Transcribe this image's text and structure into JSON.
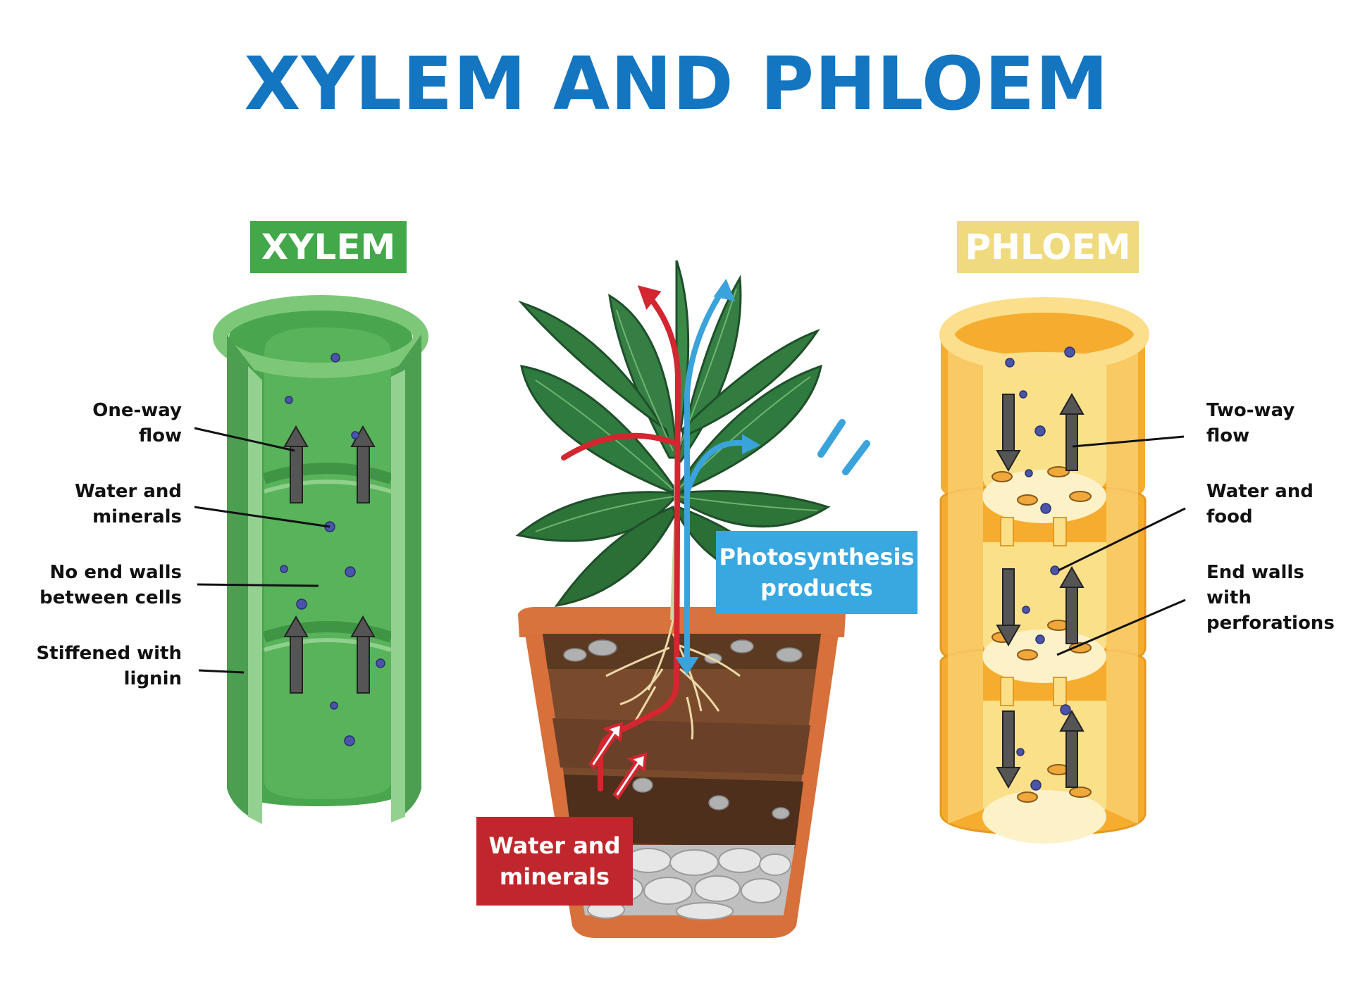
{
  "title": "XYLEM AND PHLOEM",
  "colors": {
    "title": "#1475c0",
    "xylem_badge": "#43a84a",
    "phloem_badge": "#f0da7e",
    "photosynthesis_box": "#39a8e0",
    "water_box": "#c0272d",
    "red_flow": "#d32630",
    "blue_flow": "#3aa3dc"
  },
  "xylem": {
    "heading": "XYLEM",
    "labels": [
      {
        "text": "One-way\nflow"
      },
      {
        "text": "Water and\nminerals"
      },
      {
        "text": "No end walls\nbetween cells"
      },
      {
        "text": "Stiffened with\nlignin"
      }
    ]
  },
  "phloem": {
    "heading": "PHLOEM",
    "labels": [
      {
        "text": "Two-way\nflow"
      },
      {
        "text": "Water and\nfood"
      },
      {
        "text": "End walls\nwith\nperforations"
      }
    ]
  },
  "plant": {
    "photosynthesis_label": "Photosynthesis\nproducts",
    "water_label": "Water and\nminerals"
  }
}
